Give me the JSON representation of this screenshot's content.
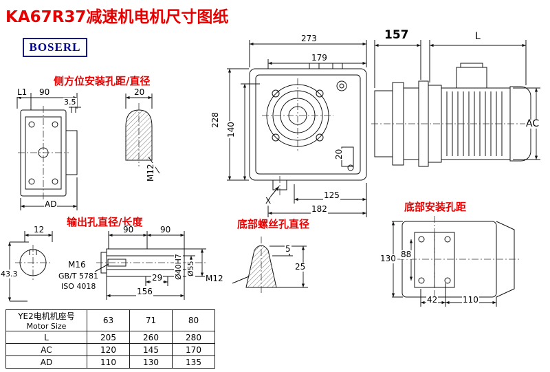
{
  "header": {
    "title": "KA67R37减速机电机尺寸图纸",
    "logo": "BOSERL"
  },
  "labels": {
    "side_mount": "侧方位安装孔距/直径",
    "output_hole": "输出孔直径/长度",
    "bottom_screw": "底部螺丝孔直径",
    "bottom_mount": "底部安装孔距"
  },
  "dims": {
    "side": {
      "l1": "L1",
      "w90": "90",
      "t35": "3.5",
      "ad": "AD",
      "hole20": "20",
      "m12": "M12"
    },
    "main": {
      "w273": "273",
      "w179": "179",
      "h228": "228",
      "h140": "140",
      "slot20": "20",
      "w125": "125",
      "x_mark": "X",
      "w182": "182"
    },
    "motor": {
      "w157": "157",
      "l": "L",
      "ac": "AC"
    },
    "output": {
      "w12": "12",
      "h433": "43.3",
      "w90a": "90",
      "w90b": "90",
      "m16": "M16",
      "gb": "GB/T 5781",
      "iso": "ISO 4018",
      "w29": "29",
      "w156": "156",
      "d40": "Ø40H7",
      "d55": "Ø55"
    },
    "screw": {
      "m12": "M12",
      "h5": "5",
      "h25": "25"
    },
    "bottom": {
      "h130": "130",
      "h88": "88",
      "w42": "42",
      "w110": "110"
    }
  },
  "table": {
    "header_cn": "YE2电机机座号",
    "header_en": "Motor Size",
    "sizes": [
      "63",
      "71",
      "80"
    ],
    "rows": [
      {
        "label": "L",
        "values": [
          "205",
          "260",
          "280"
        ]
      },
      {
        "label": "AC",
        "values": [
          "120",
          "145",
          "170"
        ]
      },
      {
        "label": "AD",
        "values": [
          "110",
          "130",
          "135"
        ]
      }
    ]
  },
  "colors": {
    "accent_red": "#e60000",
    "logo_navy": "#00008c",
    "line_black": "#111111"
  }
}
